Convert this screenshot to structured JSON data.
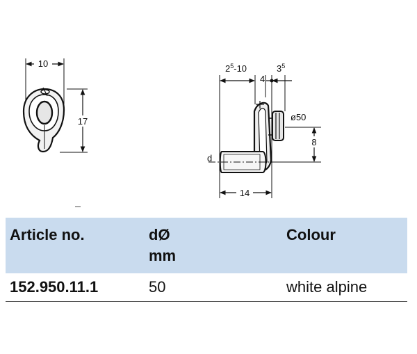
{
  "drawing": {
    "front_view": {
      "width_dim": "10",
      "height_dim": "17"
    },
    "side_view": {
      "top_dim_base": "2",
      "top_dim_sup": "5",
      "top_dim_rest": "-10",
      "dim_4": "4",
      "dim_3_base": "3",
      "dim_3_sup": "5",
      "diameter": "ø50",
      "dim_8": "8",
      "label_d": "d",
      "dim_14": "14"
    }
  },
  "table": {
    "headers": {
      "article": "Article no.",
      "diameter_line1": "dØ",
      "diameter_line2": "mm",
      "colour": "Colour"
    },
    "rows": [
      {
        "article": "152.950.11.1",
        "diameter": "50",
        "colour": "white alpine"
      }
    ]
  }
}
